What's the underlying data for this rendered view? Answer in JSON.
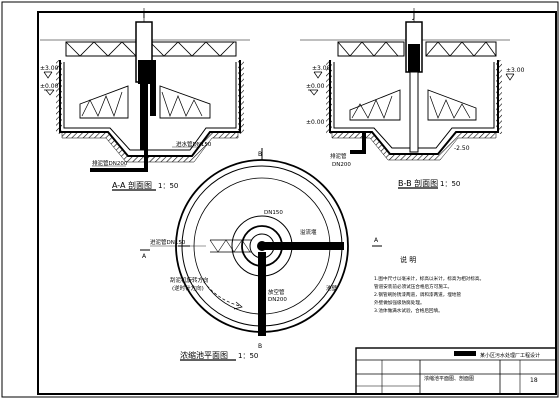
{
  "section_aa": {
    "title": "A-A 剖面图",
    "scale": "1：50",
    "cut_label": "I",
    "level_left": "±3.00",
    "level_ground": "±0.00",
    "pipe_label": "排泥管DN200",
    "inlet_label": "进水管DN150"
  },
  "section_bb": {
    "title": "B-B 剖面图",
    "scale": "1：50",
    "cut_label": "J",
    "level_left": "±3.00",
    "level_right": "±3.00",
    "level_ground": "±0.00",
    "level_bottom": "-2.50",
    "pipe_label": "排泥管",
    "pipe_size": "DN200"
  },
  "plan": {
    "title": "浓缩池平面图",
    "scale": "1：50",
    "mark_a": "A",
    "mark_b": "B",
    "label_inlet": "进泥管DN150",
    "label_weir": "溢流堰",
    "label_flow_1": "刮泥机旋转方向",
    "label_flow_2": "(逆时针方向)",
    "label_drain": "放空管",
    "label_drain_size": "DN200",
    "label_dia": "DN150",
    "label_wall": "池壁"
  },
  "notes": {
    "heading": "说 明",
    "lines": [
      "1.图中尺寸以毫米计，标高以米计，标高为相对标高。",
      "   管道安装前必须试压合格后方可施工。",
      "2.钢管刷防锈漆两道，调和漆两道，埋地管",
      "   外壁做加强级防腐处理。",
      "3.池体做满水试验，合格后回填。"
    ]
  },
  "title_block": {
    "project": "某小区污水处理厂工程设计",
    "drawing": "浓缩池平面图、剖面图",
    "number": "18"
  }
}
